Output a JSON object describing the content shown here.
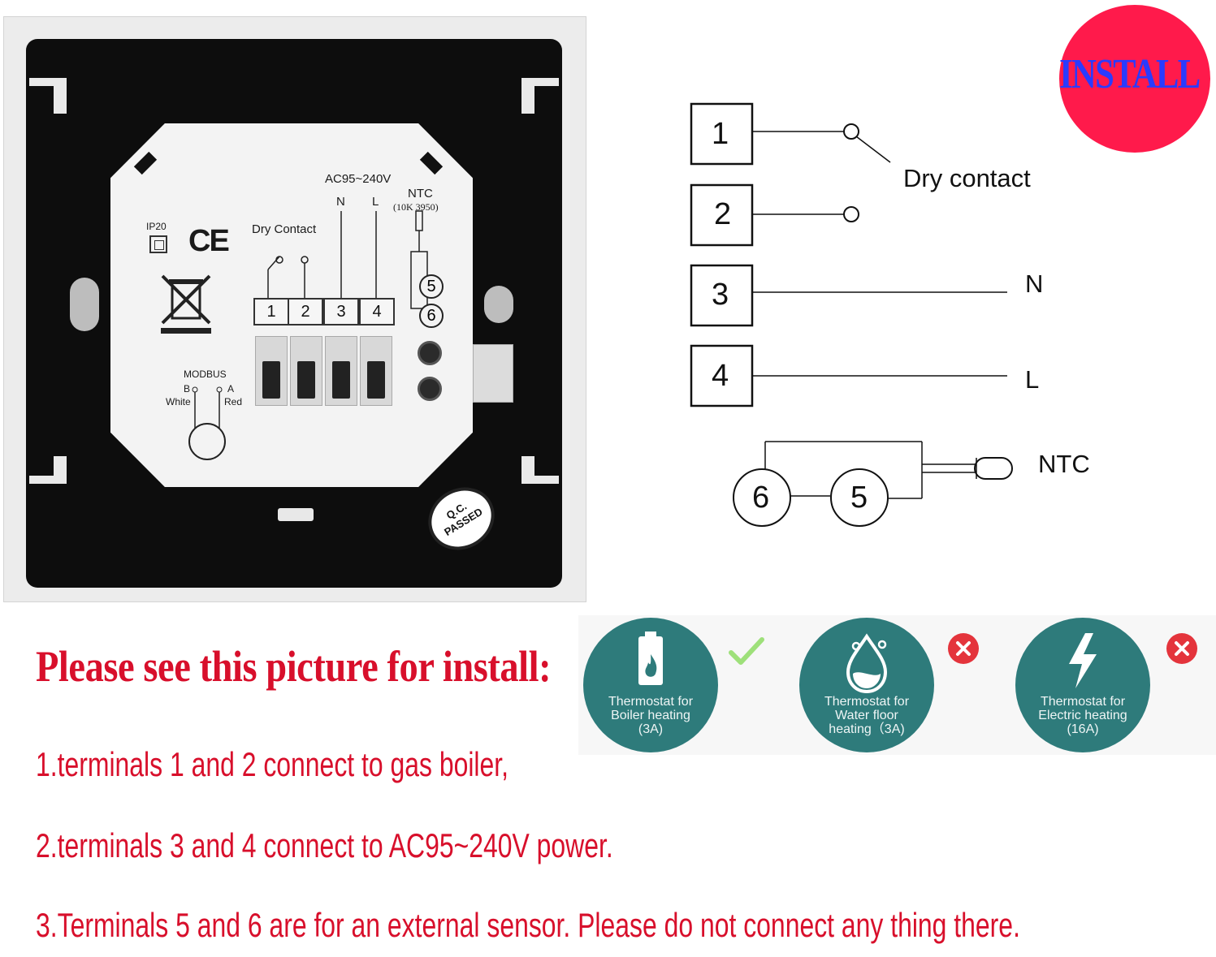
{
  "badge": {
    "label": "INSTALL"
  },
  "device": {
    "ip_rating": "IP20",
    "ce_mark": "CE",
    "power": "AC95~240V",
    "dry_contact": "Dry Contact",
    "ntc": "NTC",
    "ntc_spec": "(10K 3950)",
    "n": "N",
    "l": "L",
    "terminals": [
      "1",
      "2",
      "3",
      "4"
    ],
    "sensor_terminals": [
      "5",
      "6"
    ],
    "modbus": "MODBUS",
    "modbus_b": "B",
    "modbus_a": "A",
    "modbus_white": "White",
    "modbus_red": "Red",
    "qc_line1": "Q.C.",
    "qc_line2": "PASSED"
  },
  "wiring": {
    "terminals": [
      "1",
      "2",
      "3",
      "4"
    ],
    "dry_contact": "Dry contact",
    "n": "N",
    "l": "L",
    "sensor_terminals": [
      "6",
      "5"
    ],
    "ntc": "NTC"
  },
  "instructions": {
    "headline": "Please see this picture for install:",
    "steps": [
      "1.terminals 1 and 2 connect to gas boiler,",
      "2.terminals 3 and 4 connect to AC95~240V power.",
      "3.Terminals 5 and 6 are for an external sensor. Please do not connect any thing there."
    ]
  },
  "applications": [
    {
      "line1": "Thermostat for",
      "line2": "Boiler heating",
      "line3": "(3A)",
      "icon": "battery-flame-icon",
      "status": "check-icon"
    },
    {
      "line1": "Thermostat for",
      "line2": "Water floor",
      "line3": "heating（3A)",
      "icon": "water-drop-icon",
      "status": "x-icon"
    },
    {
      "line1": "Thermostat for",
      "line2": "Electric heating",
      "line3": "(16A)",
      "icon": "lightning-icon",
      "status": "x-icon"
    }
  ],
  "colors": {
    "headline_red": "#d80f2b",
    "badge_red": "#ff1a4b",
    "badge_text_blue": "#2a3bff",
    "card_teal": "#2e7b7b",
    "check_green": "#9ee07a",
    "x_red": "#e4343c"
  }
}
